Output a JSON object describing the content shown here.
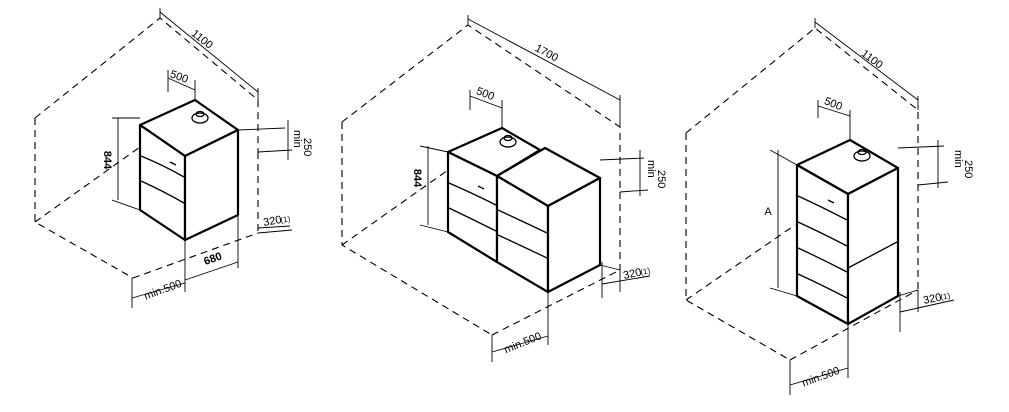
{
  "colors": {
    "line": "#000000",
    "background": "#ffffff"
  },
  "diagram1": {
    "width": "1100",
    "offset": "500",
    "height": "844",
    "depth": "680",
    "front_clearance": "min.500",
    "top_clearance_a": "min",
    "top_clearance_b": "250",
    "rear_clearance": "320",
    "rear_note": "(1)"
  },
  "diagram2": {
    "width": "1700",
    "offset": "500",
    "height": "844",
    "front_clearance": "min.500",
    "top_clearance_a": "min",
    "top_clearance_b": "250",
    "rear_clearance": "320",
    "rear_note": "(1)"
  },
  "diagram3": {
    "width": "1100",
    "offset": "500",
    "height": "A",
    "front_clearance": "min.500",
    "top_clearance_a": "min",
    "top_clearance_b": "250",
    "rear_clearance": "320",
    "rear_note": "(1)"
  }
}
